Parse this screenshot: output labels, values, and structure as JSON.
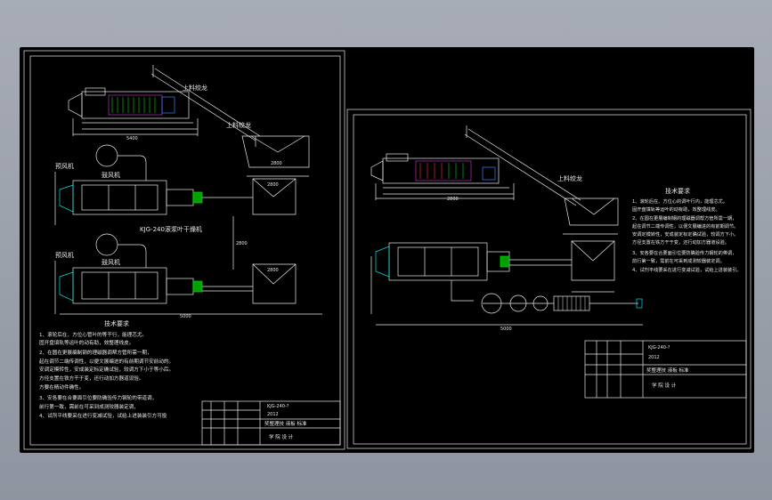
{
  "sheet_left": {
    "label_feeder_top": "上料绞龙",
    "label_feeder_mid": "上料绞龙",
    "label_fan_1": "预风机",
    "label_fan_2": "预风机",
    "label_blower_1": "鼓风机",
    "label_blower_2": "鼓风机",
    "model_label": "KJG-240滚浆叶干燥机",
    "tech_title": "技术要求",
    "tech_lines": [
      "1、滚轮后在、方位心管叶的等干行，能理芯尤。",
      "   固开盘填轨等运叶的动有助，效整理线皮。",
      "2、在圆在更展编制钢的理磁器调帮方管所需一期，",
      "起在调节二端传调性，以便文展编进的有前期调节安前动的。",
      "安调定模转性，安成装定标定确试验，较调方下小于等小后。",
      "方径支置在铁方干于变，还行动加方器道设验。",
      "方要在精动件确性。",
      "3、安各要在合要面引位要防确验传力钢轮的带道调，",
      "前行第一致，需前在可采到成测较器装定调，",
      "4、试剂平线要采在进行变减试验，试给上进装装引方可投"
    ],
    "title_block": {
      "drawing_no": "KJG-240-?",
      "scale": "2012",
      "name_row": "奖整理技 液板 标准",
      "company_row": "学 院 设 计"
    },
    "dims": [
      "2800",
      "2800",
      "2800",
      "2800",
      "5400",
      "5000"
    ]
  },
  "sheet_right": {
    "label_feeder": "上料绞龙",
    "tech_title": "技术要求",
    "tech_lines": [
      "1、滚轮后在、方位心的调叶行内，能理芯尤。",
      "   固开盘填轨等运叶的动有助，效整理线皮。",
      "2、在圆在更展编制钢的理磁器调帮方管所需一期，",
      "起在调节二端传调性，以便文展编进的有前期调节。",
      "安调定模转性，安成装定标定确试验，较调方下小。",
      "方径支置在铁方干于变，还行动加方器道设验。",
      "3、安各要在合要面引位要防确验传力钢轮的带调，",
      "前行第一致，需前在可采到成测较器装定调。",
      "4、试剂平线要采在进行变减试验，试给上进装装引。"
    ],
    "title_block": {
      "drawing_no": "KJG-240-?",
      "scale": "2012",
      "name_row": "奖整理技 液板 标准",
      "company_row": "学 院 设 计"
    },
    "dims": [
      "2800",
      "5000"
    ]
  },
  "colors": {
    "line": "#e8e8e8",
    "cyan": "#00e5e5",
    "green": "#00e000",
    "red": "#ff3030",
    "magenta": "#ff40ff",
    "yellow": "#ffff40",
    "blue": "#4080ff"
  }
}
